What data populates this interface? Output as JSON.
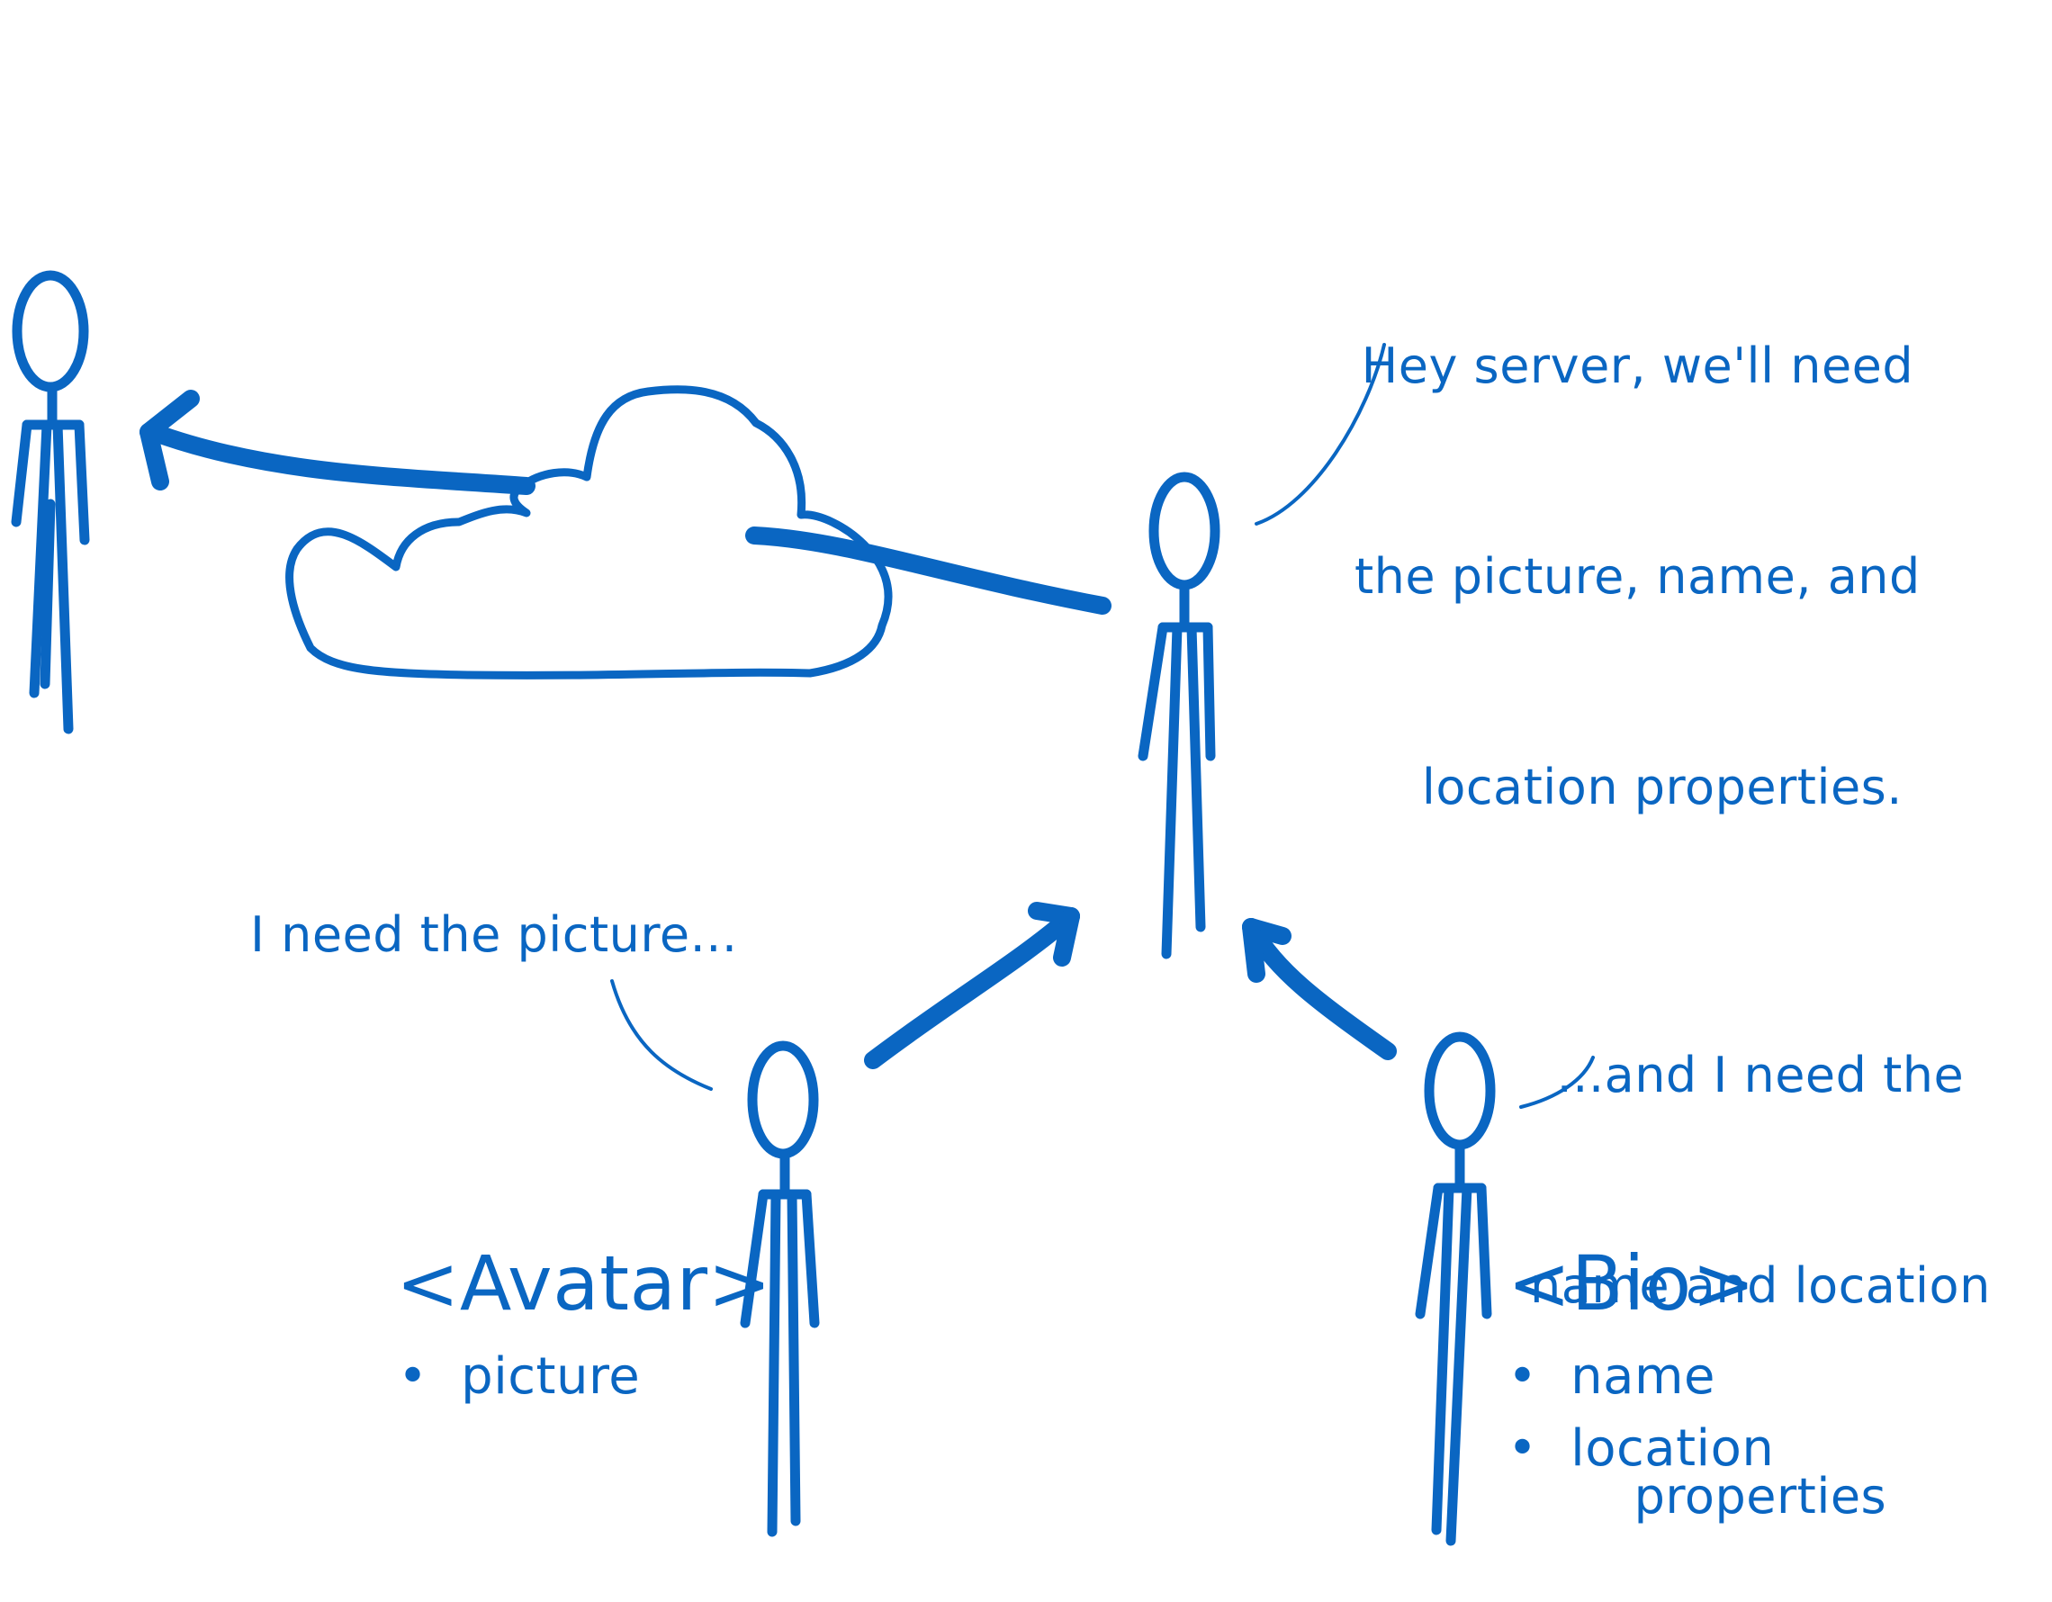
{
  "colors": {
    "ink": "#0a66c2",
    "background": "#ffffff"
  },
  "bubbles": {
    "parent_request": [
      "Hey server, we'll need",
      "the picture, name, and",
      "location properties."
    ],
    "avatar_request": "I need the picture...",
    "bio_request": [
      "...and I need the",
      "name and location",
      "properties"
    ]
  },
  "components": {
    "avatar": {
      "name": "<Avatar>",
      "props": [
        "picture"
      ]
    },
    "bio": {
      "name": "<Bio>",
      "props": [
        "name",
        "location"
      ]
    }
  }
}
